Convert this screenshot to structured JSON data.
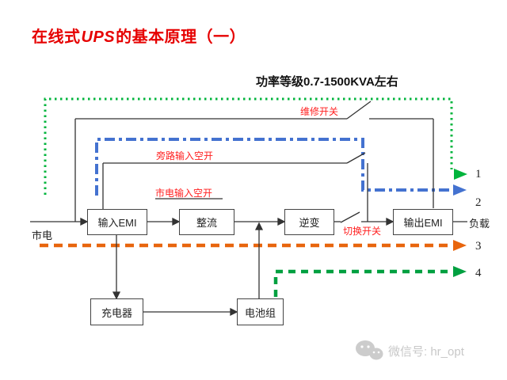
{
  "page": {
    "title": {
      "pre": "在线式",
      "ups": "UPS",
      "post": "的基本原理（一）"
    },
    "subtitle": "功率等级0.7-1500KVA左右"
  },
  "diagram": {
    "boxes": {
      "input_emi": "输入EMI",
      "rectifier": "整流",
      "inverter": "逆变",
      "output_emi": "输出EMI",
      "charger": "充电器",
      "battery": "电池组"
    },
    "labels": {
      "maintenance_switch": "维修开关",
      "bypass_breaker": "旁路输入空开",
      "mains_breaker": "市电输入空开",
      "transfer_switch": "切换开关",
      "mains": "市电",
      "load": "负载"
    },
    "path_numbers": [
      "1",
      "2",
      "3",
      "4"
    ],
    "colors": {
      "title_red": "#e60000",
      "label_red": "#ff2020",
      "path1_green_dotted": "#00b43c",
      "path2_blue_dashdot": "#4472d0",
      "path3_orange_dashed": "#e8650d",
      "path4_green_dashed": "#00a040",
      "circuit_black": "#333333"
    }
  },
  "watermark": {
    "text": "微信号: hr_opt"
  }
}
